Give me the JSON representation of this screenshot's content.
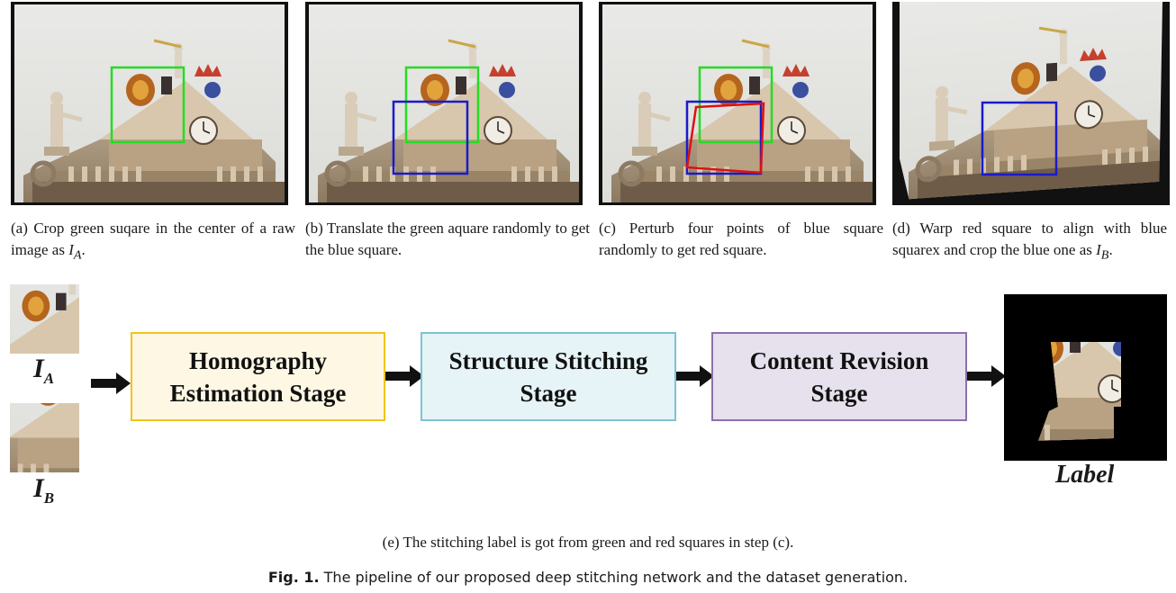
{
  "panels": [
    {
      "caption": "(a) Crop green suqare in the center of a raw image as ",
      "var": "I",
      "sub": "A",
      "end": "."
    },
    {
      "caption": "(b) Translate the green aquare randomly to get the blue square.",
      "var": "",
      "sub": "",
      "end": ""
    },
    {
      "caption": "(c) Perturb four points of blue square randomly to get red square.",
      "var": "",
      "sub": "",
      "end": ""
    },
    {
      "caption": "(d) Warp red square to align with blue squarex and crop the blue one as ",
      "var": "I",
      "sub": "B",
      "end": "."
    }
  ],
  "pipeline": {
    "input_a": {
      "var": "I",
      "sub": "A"
    },
    "input_b": {
      "var": "I",
      "sub": "B"
    },
    "stages": [
      {
        "line1": "Homography",
        "line2": "Estimation Stage"
      },
      {
        "line1": "Structure Stitching",
        "line2": "Stage"
      },
      {
        "line1": "Content Revision",
        "line2": "Stage"
      }
    ],
    "output_label": "Label"
  },
  "caption_e": "(e) The stitching label is got from green and red squares in step (c).",
  "figure_caption": {
    "prefix": "Fig. 1.",
    "text": " The pipeline of our proposed deep stitching network and the dataset generation."
  },
  "colors": {
    "green_square": "#22dd22",
    "blue_square": "#1a1acc",
    "red_square": "#dd1111",
    "stage1_border": "#f0c419",
    "stage1_fill": "#fdf7e3",
    "stage2_border": "#7ec3d3",
    "stage2_fill": "#e6f4f7",
    "stage3_border": "#8e6fae",
    "stage3_fill": "#e6e1ec"
  }
}
